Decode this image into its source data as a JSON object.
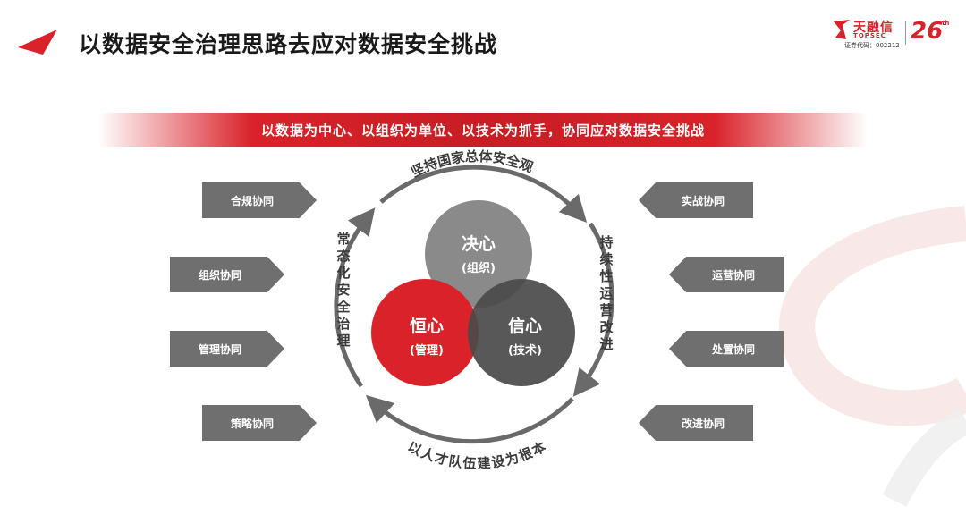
{
  "page": {
    "title": "以数据安全治理思路去应对数据安全挑战"
  },
  "logo": {
    "brand": "天融信",
    "brand_en": "TOPSEC",
    "stock_code": "证券代码：002212",
    "anniversary": "26",
    "anniversary_suffix": "th"
  },
  "banner": {
    "text": "以数据为中心、以组织为单位、以技术为抓手，协同应对数据安全挑战"
  },
  "left_tags": [
    "合规协同",
    "组织协同",
    "管理协同",
    "策略协同"
  ],
  "right_tags": [
    "实战协同",
    "运营协同",
    "处置协同",
    "改进协同"
  ],
  "ring": {
    "top": "坚持国家总体安全观",
    "right": "持续性运营改进",
    "bottom": "以人才队伍建设为根本",
    "left": "常态化安全治理"
  },
  "circles": {
    "top": {
      "main": "决心",
      "sub": "(组织)"
    },
    "left": {
      "main": "恒心",
      "sub": "(管理)"
    },
    "right": {
      "main": "信心",
      "sub": "(技术)"
    }
  },
  "colors": {
    "accent_red": "#d9222a",
    "gray_tag": "#6f6f6f",
    "circle_light": "#8a8a8a",
    "circle_dark": "#4a4a4a"
  }
}
